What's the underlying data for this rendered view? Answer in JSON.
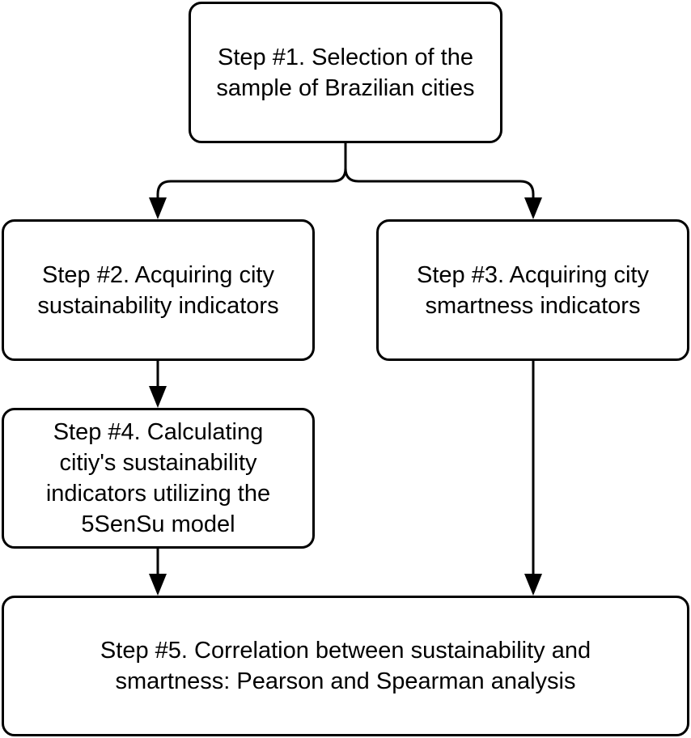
{
  "steps": {
    "step1": {
      "lines": [
        "Step #1. Selection of the",
        "sample of Brazilian cities"
      ]
    },
    "step2": {
      "lines": [
        "Step #2. Acquiring city",
        "sustainability indicators"
      ]
    },
    "step3": {
      "lines": [
        "Step #3. Acquiring city",
        "smartness indicators"
      ]
    },
    "step4": {
      "lines": [
        "Step #4. Calculating",
        "citiy's sustainability",
        "indicators utilizing the",
        "5SenSu model"
      ]
    },
    "step5": {
      "lines": [
        "Step #5. Correlation between sustainability and",
        "smartness: Pearson and Spearman analysis"
      ]
    }
  },
  "colors": {
    "stroke": "#000000",
    "box_fill": "#ffffff",
    "text": "#000000"
  }
}
